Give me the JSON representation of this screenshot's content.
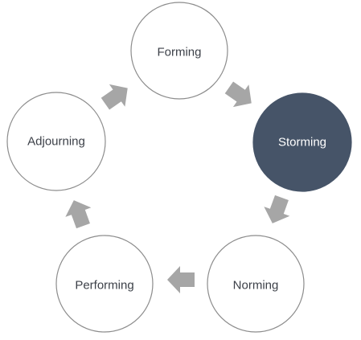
{
  "diagram": {
    "stages": [
      {
        "id": "forming",
        "label": "Forming",
        "active": false
      },
      {
        "id": "storming",
        "label": "Storming",
        "active": true
      },
      {
        "id": "norming",
        "label": "Norming",
        "active": false
      },
      {
        "id": "performing",
        "label": "Performing",
        "active": false
      },
      {
        "id": "adjourning",
        "label": "Adjourning",
        "active": false
      }
    ],
    "colors": {
      "active_fill": "#465468",
      "arrow_fill": "#a6a6a6",
      "circle_stroke": "#8c8c8c",
      "text": "#3c4048"
    }
  }
}
